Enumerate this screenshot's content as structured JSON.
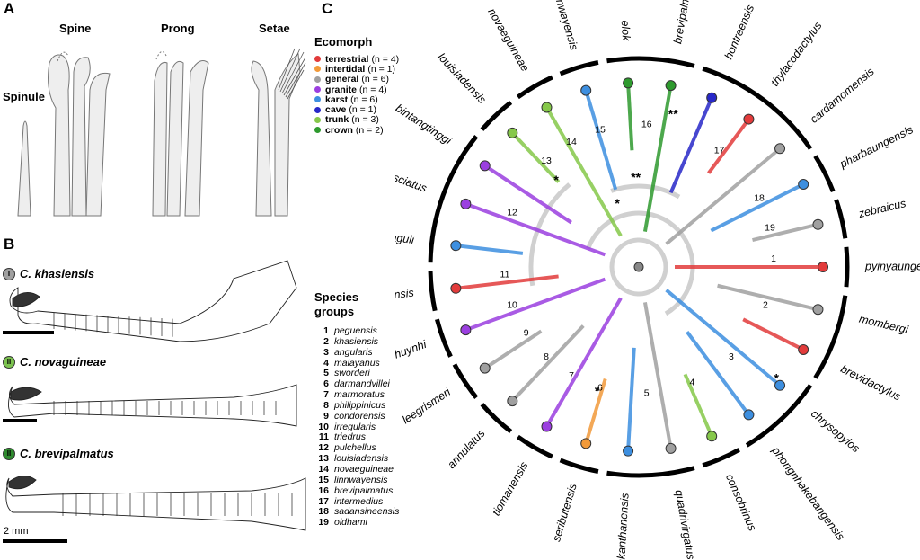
{
  "panels": {
    "a": "A",
    "b": "B",
    "c": "C"
  },
  "panel_a": {
    "labels": [
      "Spine",
      "Prong",
      "Setae",
      "Spinule"
    ]
  },
  "panel_b": {
    "species": [
      {
        "badge": "I",
        "name": "C. khasiensis",
        "badge_color": "#a0a0a0"
      },
      {
        "badge": "II",
        "name": "C. novaguineae",
        "badge_color": "#7cc34f"
      },
      {
        "badge": "II",
        "name": "C. brevipalmatus",
        "badge_color": "#2f8a2f"
      }
    ],
    "scale_label": "2 mm"
  },
  "ecomorph": {
    "title": "Ecomorph",
    "items": [
      {
        "name": "terrestrial",
        "count": "(n = 4)",
        "color": "#e23b3b"
      },
      {
        "name": "intertidal",
        "count": "(n = 1)",
        "color": "#f29a3a"
      },
      {
        "name": "general",
        "count": "(n = 6)",
        "color": "#a0a0a0"
      },
      {
        "name": "granite",
        "count": "(n = 4)",
        "color": "#9b3fe0"
      },
      {
        "name": "karst",
        "count": "(n = 6)",
        "color": "#3d8fe0"
      },
      {
        "name": "cave",
        "count": "(n = 1)",
        "color": "#2828c8"
      },
      {
        "name": "trunk",
        "count": "(n = 3)",
        "color": "#86c84a"
      },
      {
        "name": "crown",
        "count": "(n = 2)",
        "color": "#2e9a2e"
      }
    ]
  },
  "species_groups": {
    "title_line1": "Species",
    "title_line2": "groups",
    "items": [
      {
        "n": "1",
        "name": "peguensis"
      },
      {
        "n": "2",
        "name": "khasiensis"
      },
      {
        "n": "3",
        "name": "angularis"
      },
      {
        "n": "4",
        "name": "malayanus"
      },
      {
        "n": "5",
        "name": "sworderi"
      },
      {
        "n": "6",
        "name": "darmandvillei"
      },
      {
        "n": "7",
        "name": "marmoratus"
      },
      {
        "n": "8",
        "name": "philippinicus"
      },
      {
        "n": "9",
        "name": "condorensis"
      },
      {
        "n": "10",
        "name": "irregularis"
      },
      {
        "n": "11",
        "name": "triedrus"
      },
      {
        "n": "12",
        "name": "pulchellus"
      },
      {
        "n": "13",
        "name": "louisiadensis"
      },
      {
        "n": "14",
        "name": "novaeguineae"
      },
      {
        "n": "15",
        "name": "linnwayensis"
      },
      {
        "n": "16",
        "name": "brevipalmatus"
      },
      {
        "n": "17",
        "name": "intermedius"
      },
      {
        "n": "18",
        "name": "sadansineensis"
      },
      {
        "n": "19",
        "name": "oldhami"
      }
    ]
  },
  "tree": {
    "tips": [
      {
        "name": "pyinyaungensis",
        "color": "#e23b3b"
      },
      {
        "name": "mombergi",
        "color": "#a0a0a0"
      },
      {
        "name": "brevidactylus",
        "color": "#e23b3b"
      },
      {
        "name": "chrysopylos",
        "color": "#3d8fe0"
      },
      {
        "name": "phongnhakebangensis",
        "color": "#3d8fe0"
      },
      {
        "name": "consobrinus",
        "color": "#86c84a"
      },
      {
        "name": "quadrivirgatus",
        "color": "#a0a0a0"
      },
      {
        "name": "guakanthanensis",
        "color": "#3d8fe0"
      },
      {
        "name": "seributensis",
        "color": "#f29a3a"
      },
      {
        "name": "tiomanensis",
        "color": "#9b3fe0"
      },
      {
        "name": "annulatus",
        "color": "#a0a0a0"
      },
      {
        "name": "leegrismeri",
        "color": "#a0a0a0"
      },
      {
        "name": "huynhi",
        "color": "#9b3fe0"
      },
      {
        "name": "jeyporensis",
        "color": "#e23b3b"
      },
      {
        "name": "lekaguli",
        "color": "#3d8fe0"
      },
      {
        "name": "trilatofasciatus",
        "color": "#9b3fe0"
      },
      {
        "name": "bintangtinggi",
        "color": "#9b3fe0"
      },
      {
        "name": "louisiadensis",
        "color": "#86c84a"
      },
      {
        "name": "novaeguineae",
        "color": "#86c84a"
      },
      {
        "name": "linnwayensis",
        "color": "#3d8fe0"
      },
      {
        "name": "elok",
        "color": "#2e9a2e"
      },
      {
        "name": "brevipalmatus",
        "color": "#2e9a2e"
      },
      {
        "name": "hontreensis",
        "color": "#2828c8"
      },
      {
        "name": "thylacodactylus",
        "color": "#e23b3b"
      },
      {
        "name": "cardamomensis",
        "color": "#a0a0a0"
      },
      {
        "name": "pharbaungensis",
        "color": "#3d8fe0"
      },
      {
        "name": "zebraicus",
        "color": "#a0a0a0"
      }
    ],
    "group_numbers": [
      "1",
      "2",
      "3",
      "4",
      "5",
      "6",
      "7",
      "8",
      "9",
      "10",
      "11",
      "12",
      "13",
      "14",
      "15",
      "16",
      "17",
      "18",
      "19"
    ],
    "markers": {
      "single": "*",
      "double": "**",
      "roman": "I"
    }
  }
}
